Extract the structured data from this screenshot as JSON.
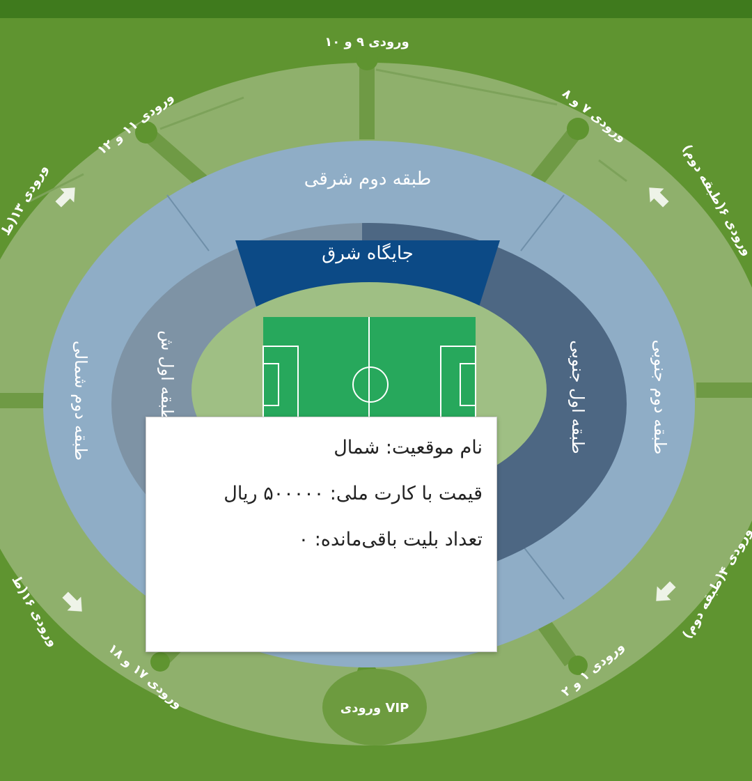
{
  "sections": {
    "east_tier2": "طبقه دوم شرقی",
    "east_stand": "جایگاه شرق",
    "south_tier1": "طبقه اول جنوبی",
    "south_tier2": "طبقه دوم جنوبی",
    "north_tier2": "طبقه دوم شمالی",
    "north_tier1": "طبقه اول ش"
  },
  "entrances": {
    "e9_10": "ورودی ۹ و ۱۰",
    "e11_12": "ورودی ۱۱ و ۱۲",
    "e7_8": "ورودی ۷ و ۸",
    "e13": "ورودی ۱۳(ط",
    "e6": "ورودی ۶(طبقه دوم)",
    "e4": "ورودی ۴(طبقه دوم)",
    "e16": "ورودی ۱۶(ط",
    "e17_18": "ورودی ۱۷ و ۱۸",
    "e1_2": "ورودی ۱ و ۲",
    "vip": "ورودی VIP"
  },
  "popup": {
    "location": "نام موقعیت: شمال",
    "price": "قیمت با کارت ملی: ۵۰۰۰۰۰ ریال",
    "remaining": "تعداد بلیت باقی‌مانده: ۰"
  },
  "colors": {
    "background": "#5f9430",
    "outer_ring": "#8fb06c",
    "tier2": "#8fadc6",
    "east_stand": "#0c4a86",
    "south_tier1": "#4d6783",
    "north_tier1": "#7e93a5",
    "pitch": "#27a85c",
    "field_oval": "#9fbf84"
  }
}
